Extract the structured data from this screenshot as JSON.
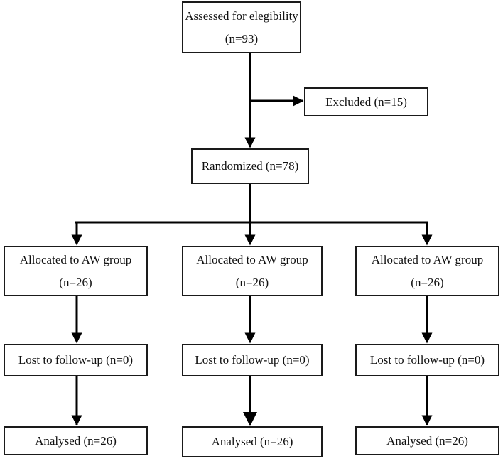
{
  "assessed": {
    "label": "Assessed for elegibility",
    "count": "(n=93)"
  },
  "excluded": {
    "label": "Excluded (n=15)"
  },
  "randomized": {
    "label": "Randomized (n=78)"
  },
  "groups": [
    {
      "allocated_label": "Allocated to AW group",
      "allocated_count": "(n=26)",
      "lost": "Lost to follow-up (n=0)",
      "analysed": "Analysed (n=26)"
    },
    {
      "allocated_label": "Allocated to AW group",
      "allocated_count": "(n=26)",
      "lost": "Lost to follow-up (n=0)",
      "analysed": "Analysed (n=26)"
    },
    {
      "allocated_label": "Allocated to AW group",
      "allocated_count": "(n=26)",
      "lost": "Lost to follow-up (n=0)",
      "analysed": "Analysed (n=26)"
    }
  ],
  "colors": {
    "line": "#000000",
    "border": "#1a1a1a",
    "background": "#ffffff"
  }
}
